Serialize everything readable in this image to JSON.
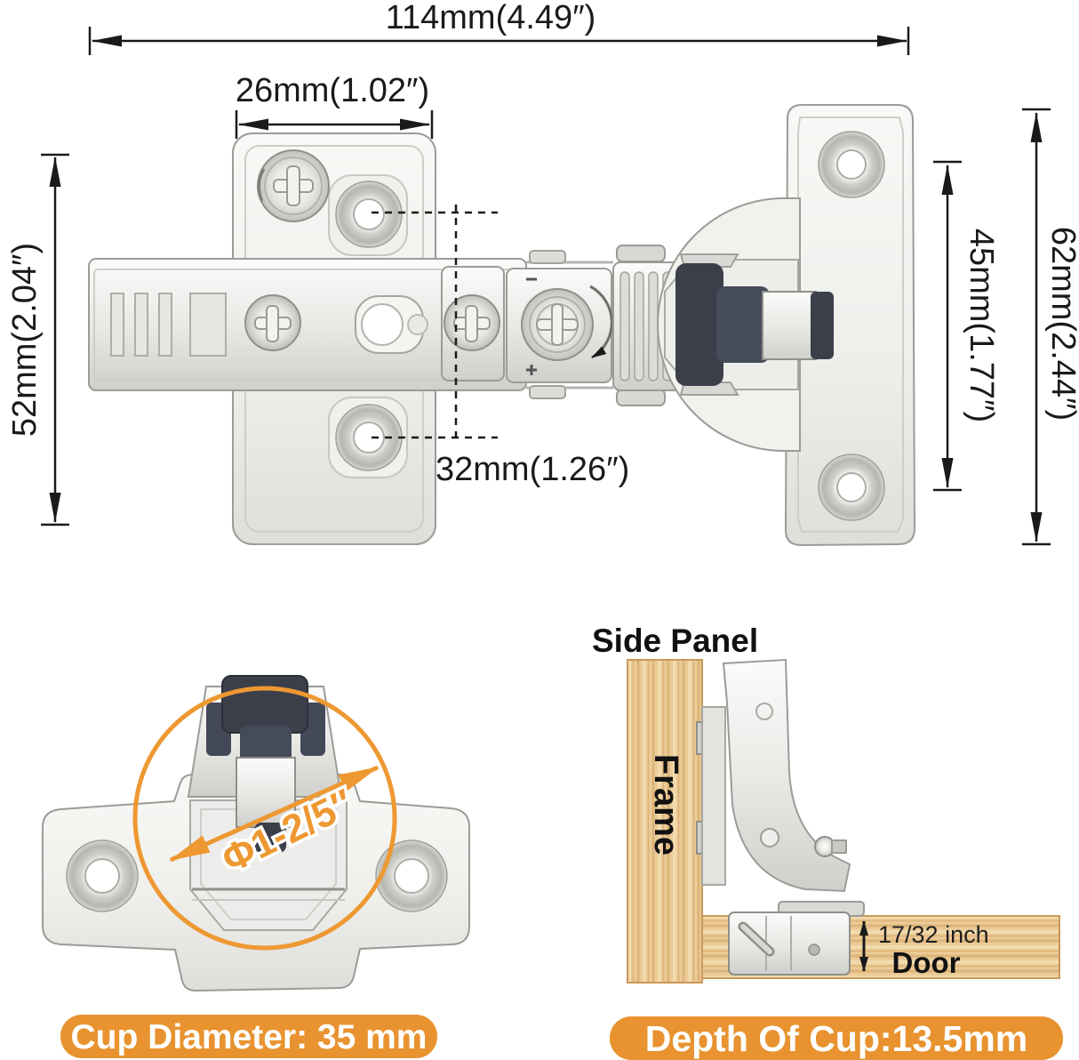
{
  "colors": {
    "accent_orange": "#E8932F",
    "annotation_orange": "#EE9832",
    "wood": "#E9C896",
    "damper_dark": "#3A3F4A"
  },
  "top_view": {
    "dim_overall_width": "114mm(4.49″)",
    "dim_plate_width": "26mm(1.02″)",
    "dim_plate_height": "52mm(2.04″)",
    "dim_hole_spacing": "32mm(1.26″)",
    "dim_holes_height": "45mm(1.77″)",
    "dim_face_height": "62mm(2.44″)"
  },
  "cup_view": {
    "diameter_label": "Φ1-2/5″"
  },
  "side_view": {
    "title": "Side Panel",
    "frame_label": "Frame",
    "door_label": "Door",
    "door_thickness_label": "17/32 inch"
  },
  "badges": {
    "cup_diameter": "Cup Diameter: 35 mm",
    "cup_depth": "Depth Of Cup:13.5mm"
  }
}
